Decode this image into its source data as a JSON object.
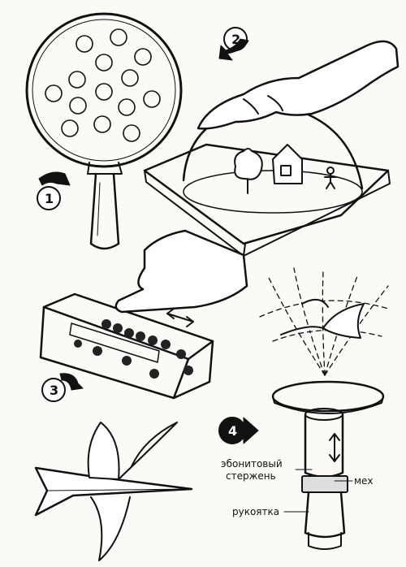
{
  "figures": [
    {
      "id": "1",
      "label": "1"
    },
    {
      "id": "2",
      "label": "2"
    },
    {
      "id": "3",
      "label": "3"
    },
    {
      "id": "4",
      "label": "4"
    }
  ],
  "annotations": {
    "rod": "эбонитовый стержень",
    "rod_line1": "эбонитовый",
    "rod_line2": "стержень",
    "fur": "мех",
    "handle": "рукоятка"
  },
  "palette": {
    "ink": "#111111",
    "paper": "#fbfaf7"
  }
}
